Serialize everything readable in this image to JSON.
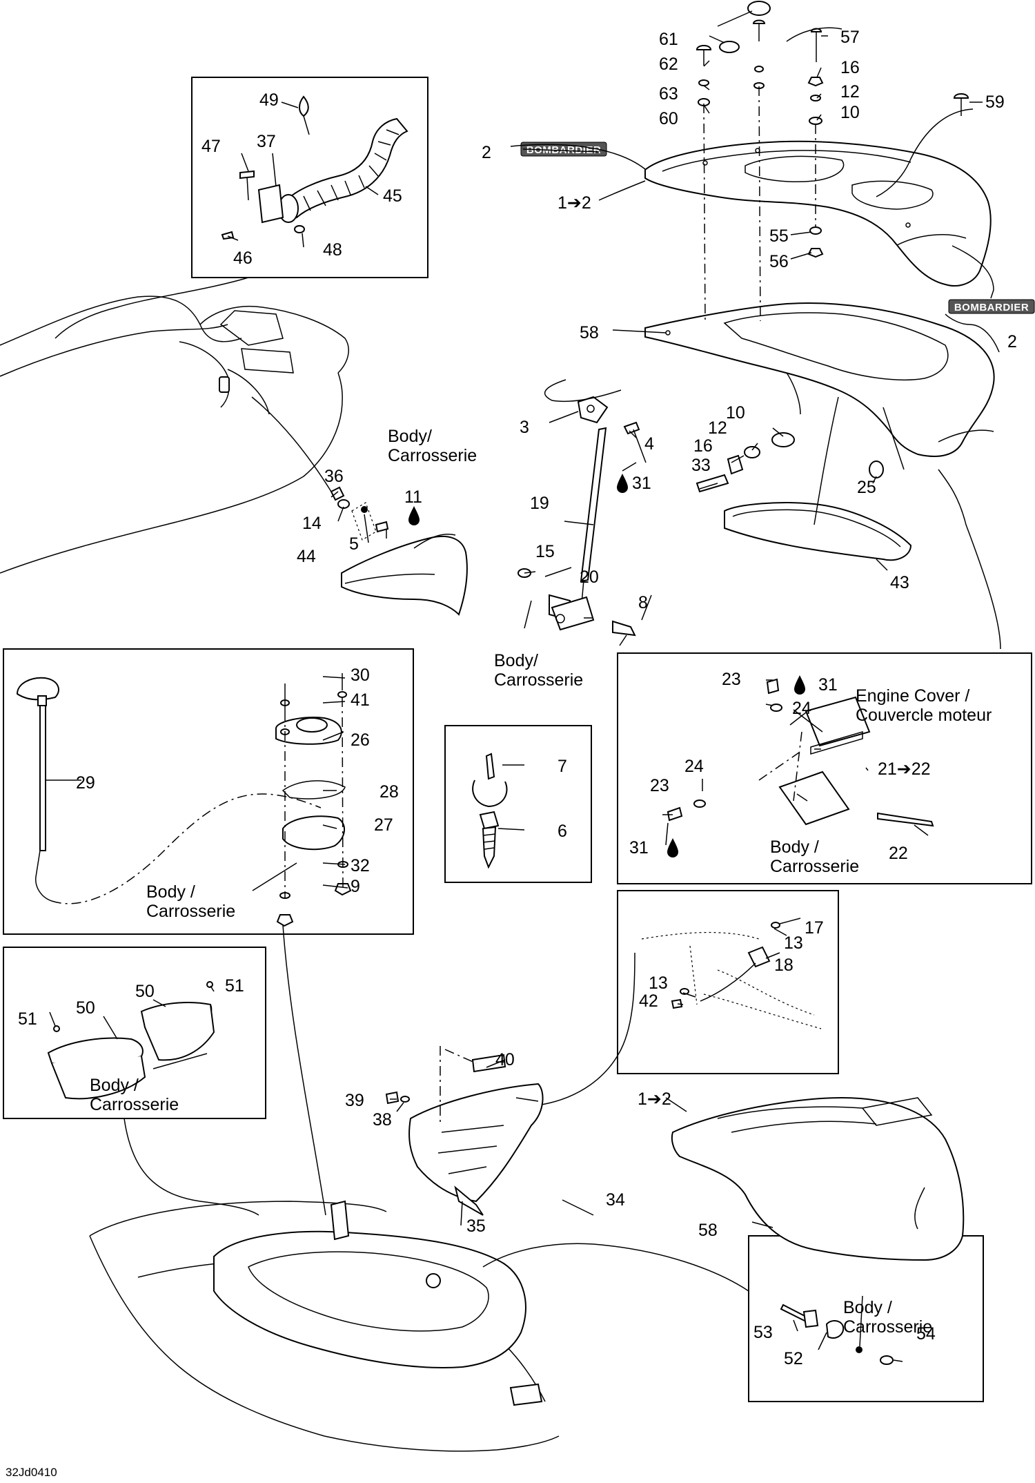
{
  "brand": {
    "text": "BOMBARDIER"
  },
  "icons": {
    "drop": "oil-drop-icon"
  },
  "drawing_code": "32Jd0410",
  "text_labels": {
    "body_fr": "Body/\nCarrosserie",
    "body_a": "Body /\nCarrosserie",
    "engine_cover": "Engine Cover /\nCouvercle moteur"
  },
  "callouts": {
    "c1": "61",
    "c2": "62",
    "c3": "63",
    "c4": "60",
    "c5": "57",
    "c6": "16",
    "c7": "12",
    "c8": "10",
    "c9": "59",
    "c10": "2",
    "c11": "1➔2",
    "c12": "55",
    "c13": "56",
    "c14": "2",
    "c15": "58",
    "c16": "49",
    "c17": "47",
    "c18": "37",
    "c19": "45",
    "c20": "46",
    "c21": "48",
    "c22": "3",
    "c23": "4",
    "c24": "31",
    "c25": "10",
    "c26": "12",
    "c27": "16",
    "c28": "33",
    "c29": "25",
    "c30": "19",
    "c31": "43",
    "c32": "15",
    "c33": "20",
    "c34": "8",
    "c35": "36",
    "c36": "14",
    "c37": "5",
    "c38": "11",
    "c39": "44",
    "c40": "30",
    "c41": "41",
    "c42": "26",
    "c43": "28",
    "c44": "27",
    "c45": "32",
    "c46": "9",
    "c47": "29",
    "c48": "7",
    "c49": "6",
    "c50": "23",
    "c51": "31",
    "c52": "24",
    "c53": "21➔22",
    "c54": "24",
    "c55": "23",
    "c56": "31",
    "c57": "22",
    "c58": "17",
    "c59": "13",
    "c60": "18",
    "c61": "13",
    "c62": "42",
    "c63": "51",
    "c64": "50",
    "c65": "50",
    "c66": "51",
    "c67": "40",
    "c68": "39",
    "c69": "38",
    "c70": "34",
    "c71": "35",
    "c72": "1➔2",
    "c73": "58",
    "c74": "53",
    "c75": "52",
    "c76": "54"
  }
}
